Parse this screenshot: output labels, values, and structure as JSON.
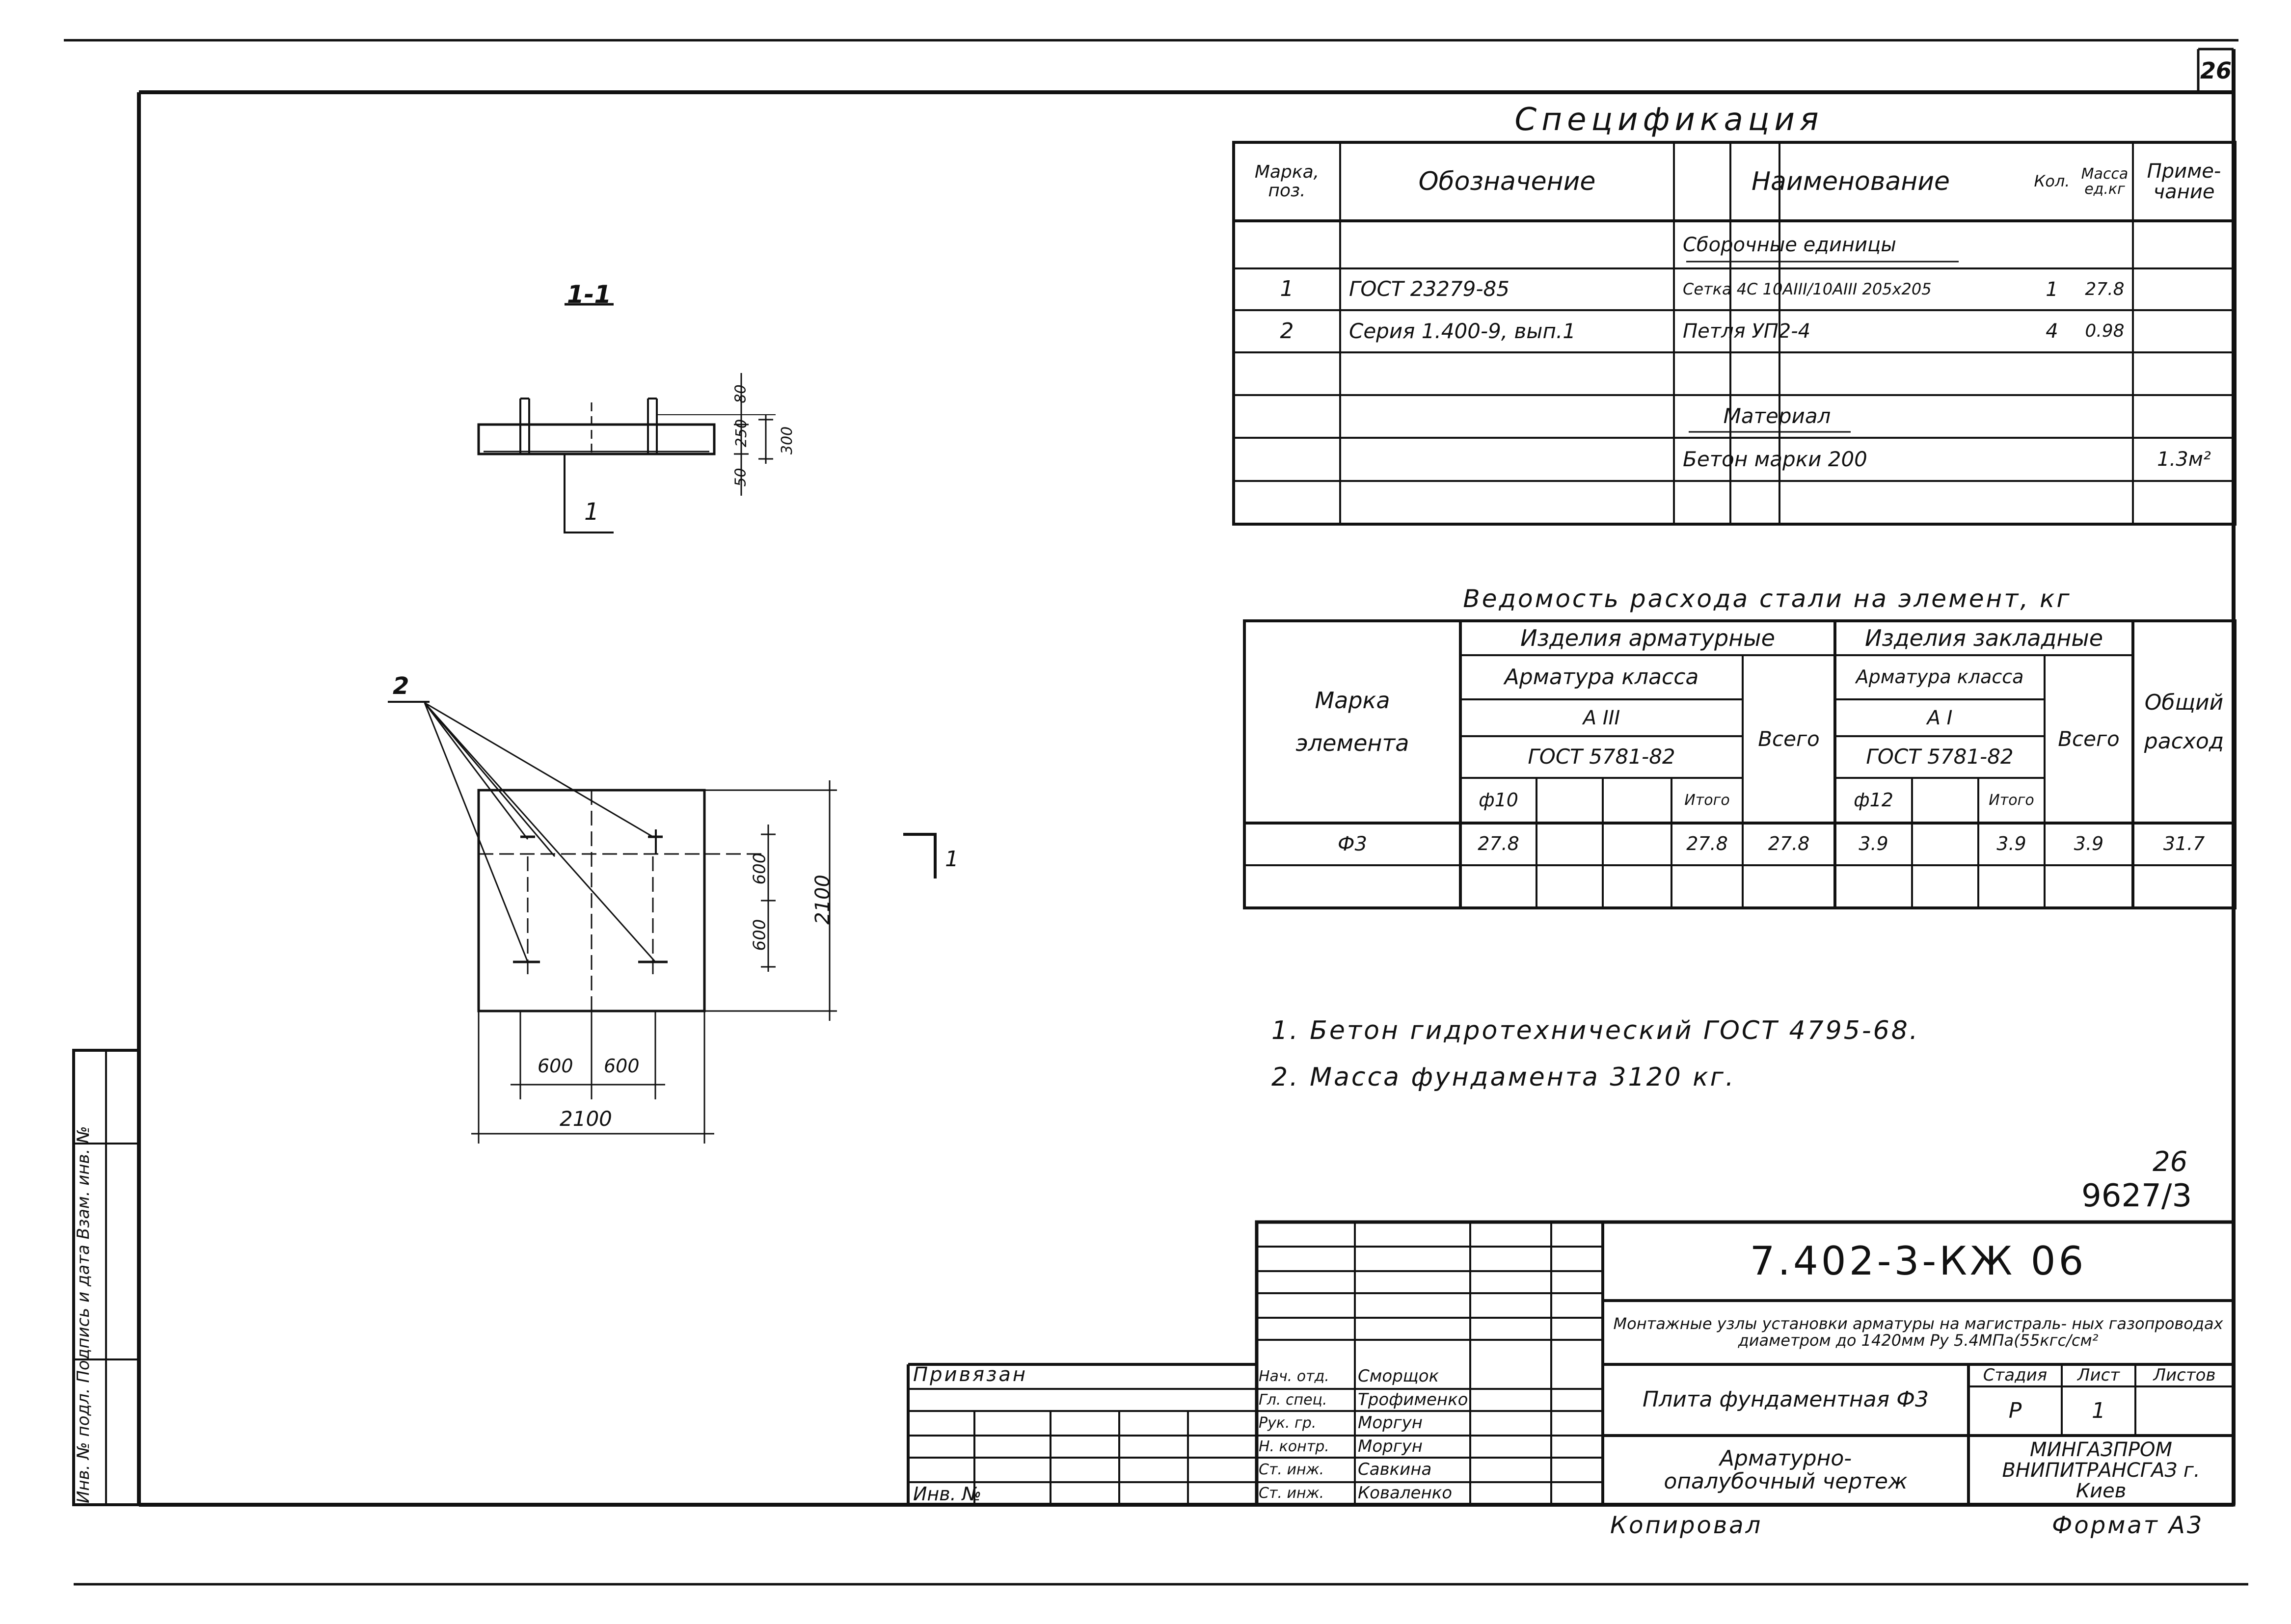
{
  "sheet_number": "26",
  "spec": {
    "title": "Спецификация",
    "headers": [
      "Марка, поз.",
      "Обозначение",
      "Наименование",
      "Кол.",
      "Масса ед.кг",
      "Приме- чание"
    ],
    "rows": [
      {
        "mark": "",
        "designation": "",
        "name": "Сборочные единицы",
        "qty": "",
        "mass": "",
        "note": ""
      },
      {
        "mark": "1",
        "designation": "ГОСТ 23279-85",
        "name": "Сетка 4С 10АIII/10АIII 205x205",
        "qty": "1",
        "mass": "27.8",
        "note": ""
      },
      {
        "mark": "2",
        "designation": "Серия 1.400-9, вып.1",
        "name": "Петля УП2-4",
        "qty": "4",
        "mass": "0.98",
        "note": ""
      },
      {
        "mark": "",
        "designation": "",
        "name": "",
        "qty": "",
        "mass": "",
        "note": ""
      },
      {
        "mark": "",
        "designation": "",
        "name": "Материал",
        "qty": "",
        "mass": "",
        "note": ""
      },
      {
        "mark": "",
        "designation": "",
        "name": "Бетон марки 200",
        "qty": "",
        "mass": "",
        "note": "1.3м²"
      },
      {
        "mark": "",
        "designation": "",
        "name": "",
        "qty": "",
        "mass": "",
        "note": ""
      }
    ]
  },
  "steel": {
    "title": "Ведомость расхода стали на элемент, кг",
    "h_mark": "Марка элемента",
    "h_arm": "Изделия арматурные",
    "h_emb": "Изделия закладные",
    "h_class_a": "Арматура класса",
    "h_class_b": "Арматура класса",
    "h_a3": "А III",
    "h_a1": "А I",
    "h_gost_a": "ГОСТ 5781-82",
    "h_gost_b": "ГОСТ 5781-82",
    "h_d10": "ф10",
    "h_d12": "ф12",
    "h_itogo_a": "Итого",
    "h_itogo_b": "Итого",
    "h_total_a": "Всего",
    "h_total_b": "Всего",
    "h_general": "Общий расход",
    "row": {
      "mark": "Ф3",
      "d10": "27.8",
      "itogo_a": "27.8",
      "total_a": "27.8",
      "d12": "3.9",
      "itogo_b": "3.9",
      "total_b": "3.9",
      "general": "31.7"
    }
  },
  "notes": [
    "1. Бетон гидротехнический ГОСТ 4795-68.",
    "2. Масса фундамента 3120 кг."
  ],
  "section": {
    "label": "1-1",
    "dims": [
      "80",
      "250",
      "50",
      "300"
    ],
    "leader": "1"
  },
  "plan": {
    "leader": "2",
    "dims_bottom": [
      "600",
      "600"
    ],
    "overall_bottom": "2100",
    "dims_right": [
      "600",
      "600"
    ],
    "overall_right": "2100",
    "cut_mark": "1"
  },
  "stamp": {
    "ref_top": "26",
    "ref_code": "9627/3",
    "doc_code": "7.402-3-КЖ 06",
    "project": "Монтажные узлы установки арматуры на магистраль- ных газопроводах диаметром до 1420мм Ру 5.4МПа(55кгс/см²",
    "element": "Плита фундаментная Ф3",
    "drawing_type": "Арматурно-опалубочный чертеж",
    "org": "МИНГАЗПРОМ ВНИПИТРАНСГАЗ г. Киев",
    "stage_h": "Стадия",
    "sheet_h": "Лист",
    "sheets_h": "Листов",
    "stage": "Р",
    "sheet": "1",
    "privyazan": "Привязан",
    "inv": "Инв. №",
    "copied": "Копировал",
    "format": "Формат А3",
    "roles": [
      {
        "role": "Нач. отд.",
        "name": "Сморщок"
      },
      {
        "role": "Гл. спец.",
        "name": "Трофименко"
      },
      {
        "role": "Рук. гр.",
        "name": "Моргун"
      },
      {
        "role": "Н. контр.",
        "name": "Моргун"
      },
      {
        "role": "Ст. инж.",
        "name": "Савкина"
      },
      {
        "role": "Ст. инж.",
        "name": "Коваленко"
      }
    ]
  },
  "side_stamp": "Инв. № подл. Подпись и дата Взам. инв. №"
}
